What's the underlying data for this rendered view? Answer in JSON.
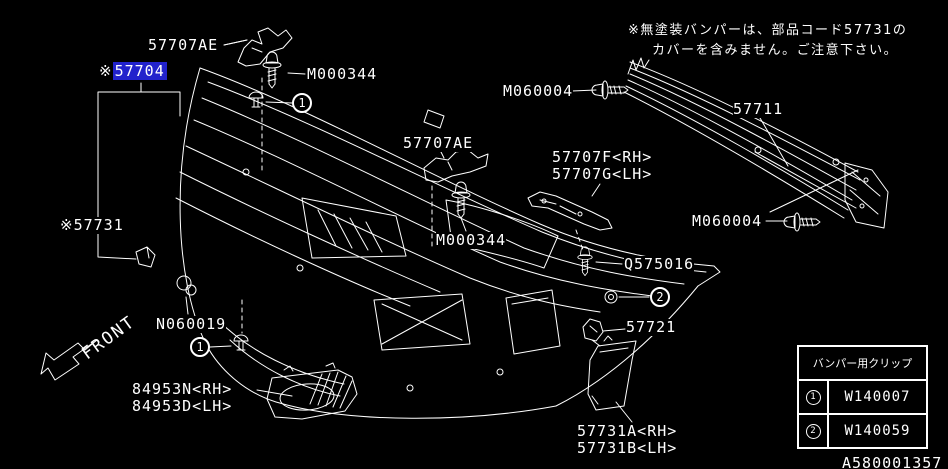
{
  "colors": {
    "background": "#000000",
    "line": "#ffffff",
    "highlight_bg": "#2222cc",
    "text": "#ffffff"
  },
  "note": {
    "line1": "※無塗装バンパーは、部品コード57731の",
    "line2": "カバーを含みません。ご注意下さい。"
  },
  "parts": {
    "p57707ae_top": "57707AE",
    "p57704_prefix": "※",
    "p57704": "57704",
    "m000344_top": "M000344",
    "m060004_top": "M060004",
    "p57711": "57711",
    "p57707ae_mid": "57707AE",
    "p57707f": "57707F<RH>",
    "p57707g": "57707G<LH>",
    "m060004_bottom": "M060004",
    "m000344_mid": "M000344",
    "q575016": "Q575016",
    "p57731": "※57731",
    "n060019": "N060019",
    "p57721": "57721",
    "p84953n": "84953N<RH>",
    "p84953d": "84953D<LH>",
    "p57731a": "57731A<RH>",
    "p57731b": "57731B<LH>"
  },
  "callouts": {
    "one": "1",
    "two": "2"
  },
  "front_label": "FRONT",
  "clip_table": {
    "title": "バンパー用クリップ",
    "rows": [
      {
        "num": "1",
        "code": "W140007"
      },
      {
        "num": "2",
        "code": "W140059"
      }
    ]
  },
  "doc_number": "A580001357"
}
